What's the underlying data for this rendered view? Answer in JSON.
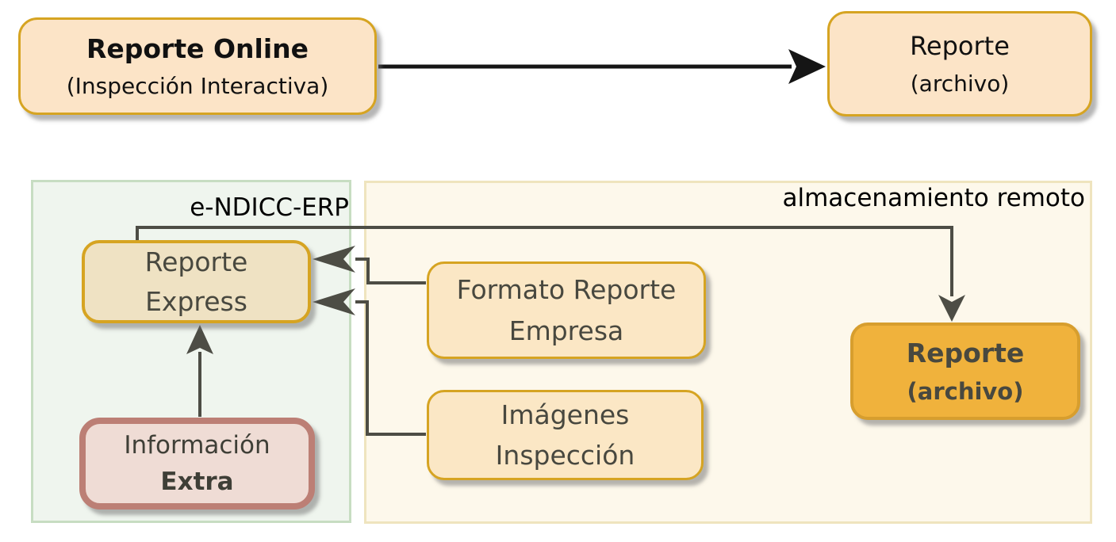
{
  "colors": {
    "peach_fill": "#FCE4C7",
    "gold_border": "#D6A422",
    "tan_fill": "#EFE2C3",
    "light_orange_fill": "#FBE7C5",
    "green_container_fill": "#EFF5EE",
    "green_container_border": "#C7DDC2",
    "cream_container_fill": "#FDF8EB",
    "cream_container_border": "#EFE4BE",
    "pink_fill": "#EFDCD5",
    "pink_border": "#BC7F75",
    "gold_fill": "#F0B23C",
    "gold_fill_border": "#D79E2E",
    "connector_gray": "#4D4D45",
    "connector_black": "#151515",
    "node_text": "#48483F",
    "label_text": "#000000"
  },
  "top_flow": {
    "online_box": {
      "title": "Reporte Online",
      "subtitle": "(Inspección Interactiva)"
    },
    "file_box": {
      "title": "Reporte",
      "subtitle": "(archivo)"
    }
  },
  "erp_container": {
    "label": "e-NDICC-ERP",
    "reporte_express": {
      "line1": "Reporte",
      "line2": "Express"
    },
    "informacion_extra": {
      "line1": "Información",
      "line2": "Extra"
    }
  },
  "remote_container": {
    "label": "almacenamiento remoto",
    "formato_reporte": {
      "line1": "Formato Reporte",
      "line2": "Empresa"
    },
    "imagenes_inspeccion": {
      "line1": "Imágenes",
      "line2": "Inspección"
    },
    "reporte_archivo": {
      "line1": "Reporte",
      "line2": "(archivo)"
    }
  }
}
